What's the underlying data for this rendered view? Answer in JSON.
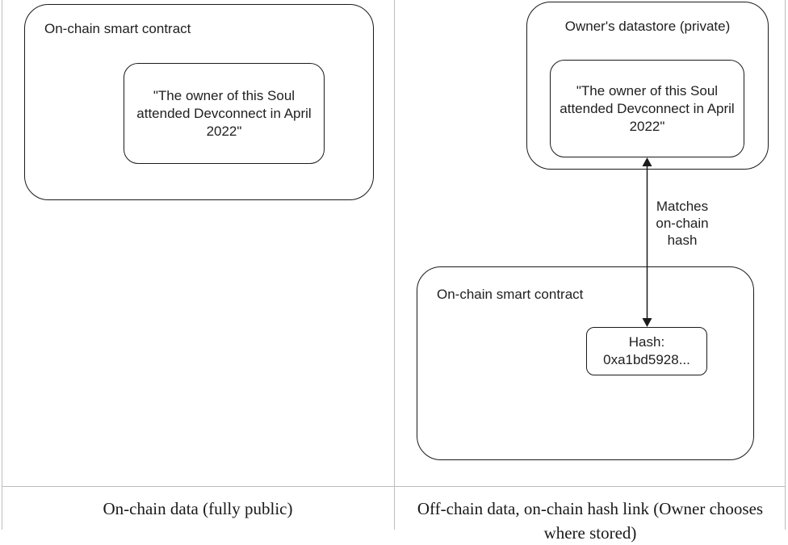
{
  "colors": {
    "background": "#ffffff",
    "shape_border": "#1a1a1a",
    "grid_border": "#bdbdbd",
    "text": "#1f1f1f"
  },
  "left_panel": {
    "contract_label": "On-chain smart contract",
    "claim_text": "\"The owner of this Soul\nattended Devconnect in April\n2022\"",
    "caption": "On-chain data (fully public)"
  },
  "right_panel": {
    "datastore_label": "Owner's datastore (private)",
    "claim_text": "\"The owner of this Soul\nattended Devconnect in April\n2022\"",
    "arrow_label": "Matches\non-chain\nhash",
    "contract_label": "On-chain smart contract",
    "hash_text": "Hash:\n0xa1bd5928...",
    "caption": "Off-chain data, on-chain hash link (Owner chooses\nwhere stored)"
  }
}
